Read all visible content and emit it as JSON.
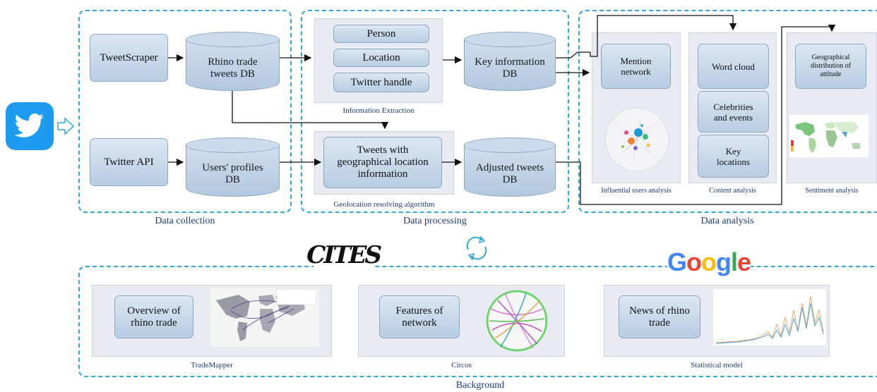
{
  "sections": {
    "data_collection": "Data collection",
    "data_processing": "Data processing",
    "data_analysis": "Data analysis",
    "background": "Background"
  },
  "collection": {
    "tweetscraper": "TweetScraper",
    "rhino_db": "Rhino trade tweets DB",
    "twitter_api": "Twitter API",
    "users_db": "Users' profiles DB"
  },
  "processing": {
    "person": "Person",
    "location": "Location",
    "twitter_handle": "Twitter handle",
    "info_extraction": "Information Extraction",
    "key_info_db": "Key information DB",
    "tweets_geo": "Tweets with geographical location information",
    "adjusted_db": "Adjusted tweets DB",
    "geo_algorithm": "Geolocation resolving algorithm"
  },
  "analysis": {
    "mention_network": "Mention network",
    "influential_caption": "Influential users analysis",
    "word_cloud": "Word cloud",
    "celebrities": "Celebrities and events",
    "key_locations": "Key locations",
    "content_caption": "Content analysis",
    "geo_attitude": "Geographical distribution of attitude",
    "sentiment_caption": "Sentiment analysis"
  },
  "background": {
    "cites_logo": "CITES",
    "google_logo": "Google",
    "overview": "Overview of rhino trade",
    "trademapper": "TradeMapper",
    "features": "Features of network",
    "circos": "Circos",
    "news": "News of rhino trade",
    "statistical": "Statistical model"
  },
  "icons": [
    "twitter-bird-icon",
    "arrow-right-outline-icon",
    "refresh-cycle-icon"
  ],
  "colors": {
    "dashed_border": "#2fa7d8",
    "box_fill": "#c6d8ea",
    "twitter_blue": "#1da1f2"
  }
}
